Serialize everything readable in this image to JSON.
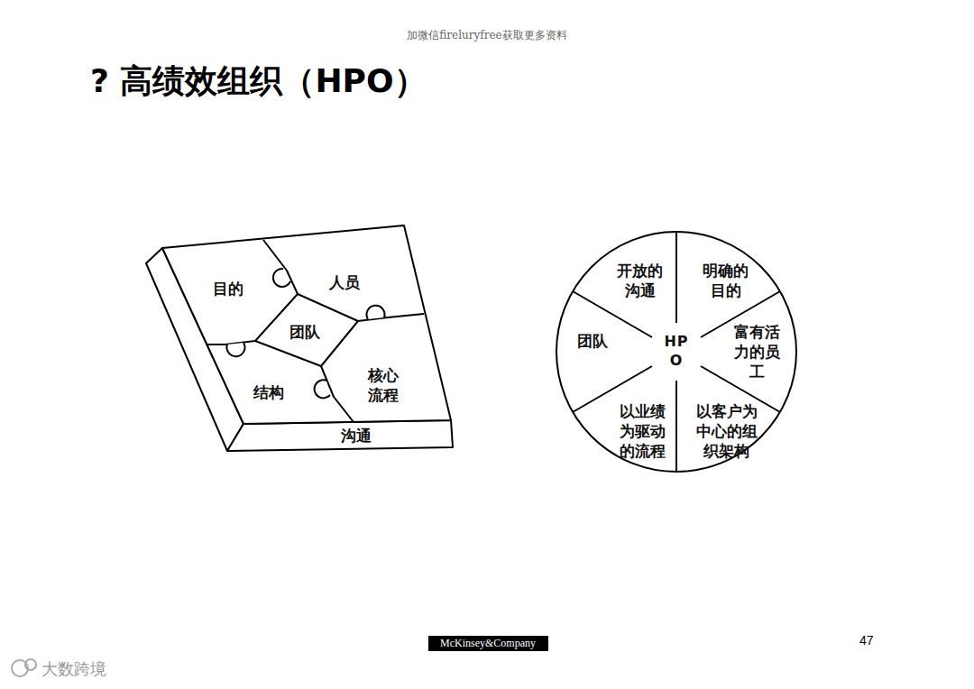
{
  "diagram": {
    "title": "? 高绩效组织（HPO）",
    "nodes": [
      {
        "text": [
          "目的"
        ]
      },
      {
        "text": [
          "人员"
        ]
      },
      {
        "text": [
          "团队"
        ]
      },
      {
        "text": [
          "结构"
        ]
      },
      {
        "text": [
          "核心流程"
        ]
      },
      {
        "text": [
          "沟通"
        ]
      },
      {
        "text": [
          "开放的沟通"
        ]
      },
      {
        "text": [
          "明确的目的"
        ]
      },
      {
        "text": [
          "团队"
        ]
      },
      {
        "text": [
          "HPO"
        ]
      },
      {
        "text": [
          "富有活力的员工"
        ]
      },
      {
        "text": [
          "以业绩为驱动的流程"
        ]
      },
      {
        "text": [
          "以客户为中心的组织架构"
        ]
      }
    ],
    "labels": [
      "加微信fireluryfree获取更多资料",
      "McKinsey&Company",
      "47",
      "大数跨境"
    ]
  }
}
